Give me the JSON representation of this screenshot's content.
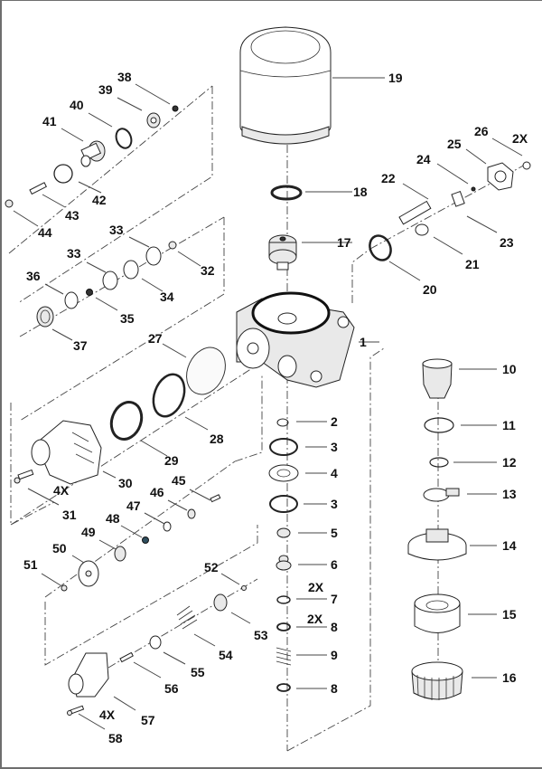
{
  "diagram": {
    "type": "exploded-parts-view",
    "subject": "Air dryer assembly",
    "callouts": [
      {
        "id": "1",
        "qty": ""
      },
      {
        "id": "2",
        "qty": ""
      },
      {
        "id": "3",
        "qty": ""
      },
      {
        "id": "4",
        "qty": ""
      },
      {
        "id": "3",
        "qty": ""
      },
      {
        "id": "5",
        "qty": ""
      },
      {
        "id": "6",
        "qty": ""
      },
      {
        "id": "7",
        "qty": "2X"
      },
      {
        "id": "8",
        "qty": "2X"
      },
      {
        "id": "9",
        "qty": ""
      },
      {
        "id": "8",
        "qty": ""
      },
      {
        "id": "10",
        "qty": ""
      },
      {
        "id": "11",
        "qty": ""
      },
      {
        "id": "12",
        "qty": ""
      },
      {
        "id": "13",
        "qty": ""
      },
      {
        "id": "14",
        "qty": ""
      },
      {
        "id": "15",
        "qty": ""
      },
      {
        "id": "16",
        "qty": ""
      },
      {
        "id": "17",
        "qty": ""
      },
      {
        "id": "18",
        "qty": ""
      },
      {
        "id": "19",
        "qty": ""
      },
      {
        "id": "20",
        "qty": ""
      },
      {
        "id": "21",
        "qty": ""
      },
      {
        "id": "22",
        "qty": ""
      },
      {
        "id": "23",
        "qty": ""
      },
      {
        "id": "24",
        "qty": ""
      },
      {
        "id": "25",
        "qty": ""
      },
      {
        "id": "26",
        "qty": "2X"
      },
      {
        "id": "27",
        "qty": ""
      },
      {
        "id": "28",
        "qty": ""
      },
      {
        "id": "29",
        "qty": ""
      },
      {
        "id": "30",
        "qty": ""
      },
      {
        "id": "31",
        "qty": "4X"
      },
      {
        "id": "32",
        "qty": ""
      },
      {
        "id": "33",
        "qty": ""
      },
      {
        "id": "33",
        "qty": ""
      },
      {
        "id": "34",
        "qty": ""
      },
      {
        "id": "35",
        "qty": ""
      },
      {
        "id": "36",
        "qty": ""
      },
      {
        "id": "37",
        "qty": ""
      },
      {
        "id": "38",
        "qty": ""
      },
      {
        "id": "39",
        "qty": ""
      },
      {
        "id": "40",
        "qty": ""
      },
      {
        "id": "41",
        "qty": ""
      },
      {
        "id": "42",
        "qty": ""
      },
      {
        "id": "43",
        "qty": ""
      },
      {
        "id": "44",
        "qty": ""
      },
      {
        "id": "45",
        "qty": ""
      },
      {
        "id": "46",
        "qty": ""
      },
      {
        "id": "47",
        "qty": ""
      },
      {
        "id": "48",
        "qty": ""
      },
      {
        "id": "49",
        "qty": ""
      },
      {
        "id": "50",
        "qty": ""
      },
      {
        "id": "51",
        "qty": ""
      },
      {
        "id": "52",
        "qty": ""
      },
      {
        "id": "53",
        "qty": ""
      },
      {
        "id": "54",
        "qty": ""
      },
      {
        "id": "55",
        "qty": ""
      },
      {
        "id": "56",
        "qty": ""
      },
      {
        "id": "57",
        "qty": ""
      },
      {
        "id": "58",
        "qty": "4X"
      }
    ],
    "quantity_labels": [
      "2X",
      "2X",
      "2X",
      "4X",
      "4X"
    ]
  }
}
